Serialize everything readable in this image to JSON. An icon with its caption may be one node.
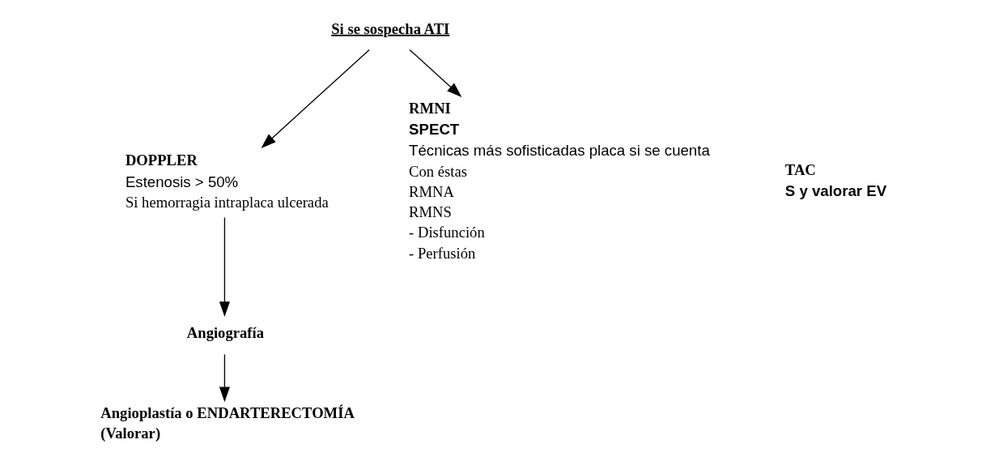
{
  "diagram": {
    "nodes": [
      {
        "text": [
          "Si se sospecha ATI"
        ]
      },
      {
        "text": [
          "DOPPLER",
          "Estenosis > 50%",
          "Si hemorragia intraplaca ulcerada"
        ]
      },
      {
        "text": [
          "TAC",
          "S y valorar EV"
        ]
      },
      {
        "text": [
          "RMNI",
          "SPECT",
          "Técnicas más sofisticadas placa si se cuenta",
          "Con éstas",
          "RMNA",
          "RMNS",
          "- Disfunción",
          "- Perfusión"
        ]
      },
      {
        "text": [
          "Angiografía"
        ]
      },
      {
        "text": [
          "Angioplastía o ENDARTERECTOMÍA",
          "(Valorar)"
        ]
      }
    ],
    "edges": [
      {
        "from": 0,
        "to": 1,
        "arrow": "to"
      },
      {
        "from": 0,
        "to": 3,
        "arrow": "to"
      },
      {
        "from": 1,
        "to": 4,
        "arrow": "to"
      },
      {
        "from": 4,
        "to": 5,
        "arrow": "to"
      }
    ]
  }
}
